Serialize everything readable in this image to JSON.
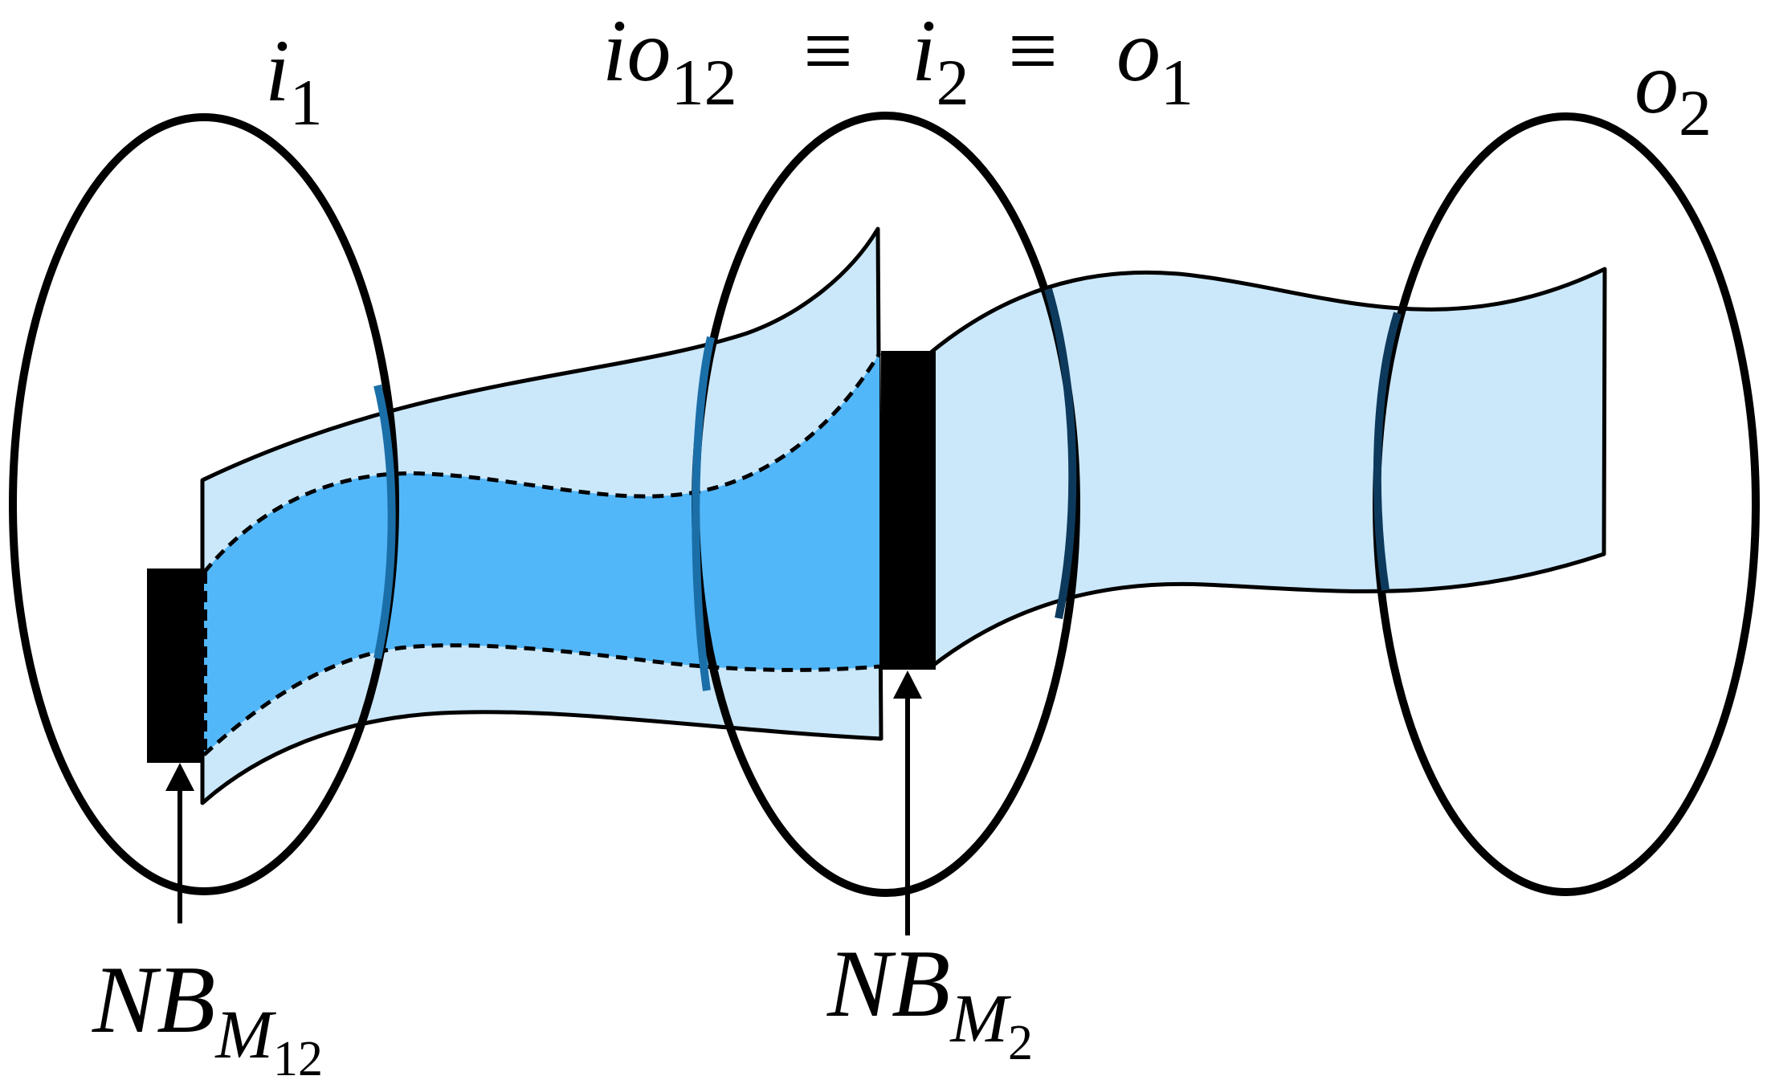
{
  "labels": {
    "i1": {
      "base": "i",
      "sub": "1"
    },
    "io12": {
      "base": "io",
      "sub": "12"
    },
    "eq1": "≡",
    "i2": {
      "base": "i",
      "sub": "2"
    },
    "eq2": "≡",
    "o1": {
      "base": "o",
      "sub": "1"
    },
    "o2": {
      "base": "o",
      "sub": "2"
    },
    "nb_m12": {
      "base": "NB",
      "sub": "M",
      "subsub": "12"
    },
    "nb_m2": {
      "base": "NB",
      "sub": "M",
      "subsub": "2"
    }
  },
  "colors": {
    "light_band": "#cbe8fb",
    "dark_band": "#52b7f9",
    "stroke": "#000000",
    "ring_over_band": "#0d3a5c"
  }
}
